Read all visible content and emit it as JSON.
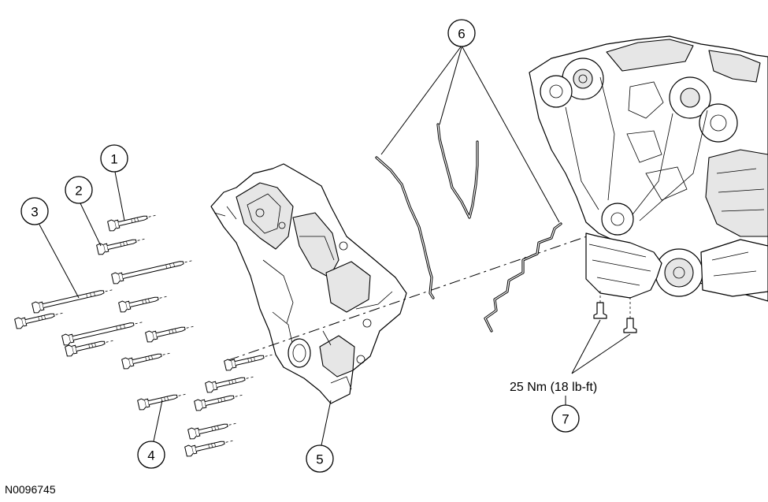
{
  "callouts": [
    {
      "id": "1",
      "label": "1"
    },
    {
      "id": "2",
      "label": "2"
    },
    {
      "id": "3",
      "label": "3"
    },
    {
      "id": "4",
      "label": "4"
    },
    {
      "id": "5",
      "label": "5"
    },
    {
      "id": "6",
      "label": "6"
    },
    {
      "id": "7",
      "label": "7"
    }
  ],
  "torque_spec": "25 Nm (18 lb-ft)",
  "figure_id": "N0096745"
}
